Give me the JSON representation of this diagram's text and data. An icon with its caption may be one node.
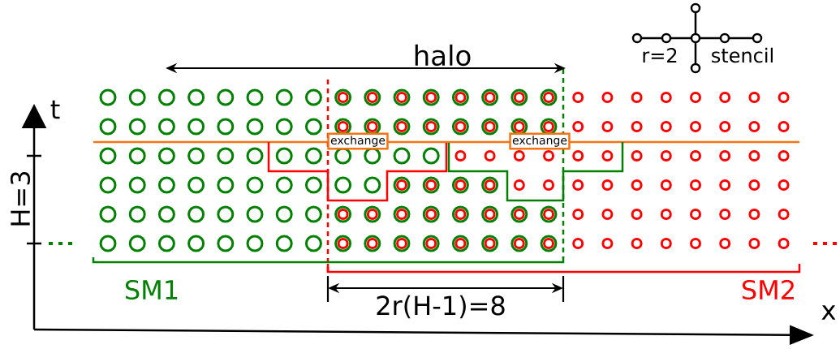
{
  "diagram": {
    "nodes": [
      {
        "text": [
          "exchange"
        ]
      },
      {
        "text": [
          "exchange"
        ]
      }
    ],
    "labels": [
      "halo",
      "r=2",
      "stencil",
      "t",
      "H=3",
      "SM1",
      "SM2",
      "2r(H-1)=8",
      "x"
    ]
  }
}
